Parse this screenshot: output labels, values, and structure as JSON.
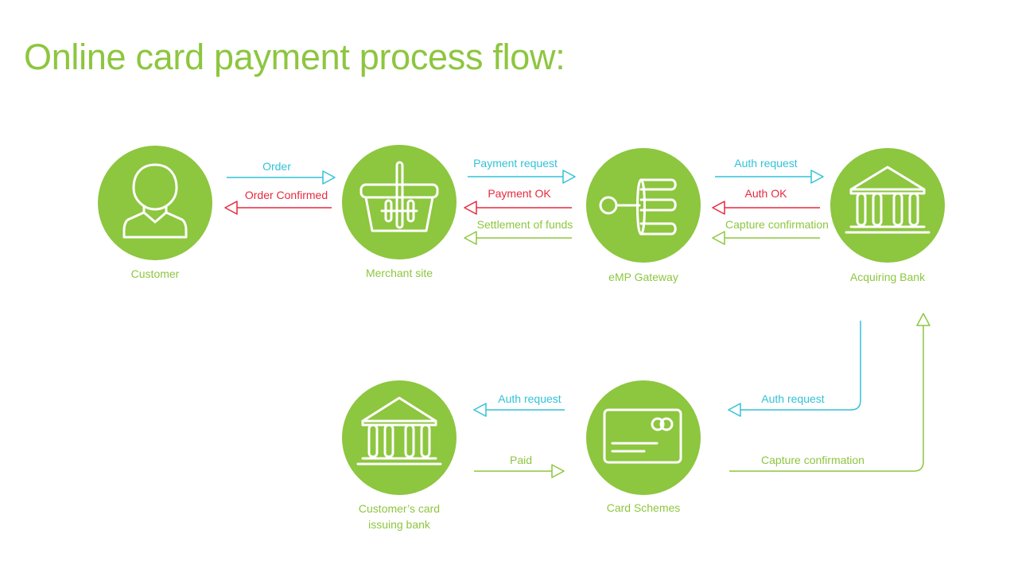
{
  "title": "Online card payment process flow:",
  "colors": {
    "circle": "#8dc63f",
    "request": "#32c2d8",
    "response": "#e8293f",
    "settlement": "#8dc63f",
    "text_green": "#8dc63f"
  },
  "nodes": {
    "customer": {
      "label": "Customer",
      "icon": "person-icon"
    },
    "merchant": {
      "label": "Merchant site",
      "icon": "shopping-basket-icon"
    },
    "gateway": {
      "label": "eMP Gateway",
      "icon": "gateway-icon"
    },
    "acquiring": {
      "label": "Acquiring Bank",
      "icon": "bank-icon"
    },
    "schemes": {
      "label": "Card Schemes",
      "icon": "credit-card-icon"
    },
    "issuing": {
      "label_line1": "Customer’s card",
      "label_line2": "issuing bank",
      "icon": "bank-icon"
    }
  },
  "flows": {
    "order": "Order",
    "order_confirmed": "Order Confirmed",
    "payment_request": "Payment request",
    "payment_ok": "Payment OK",
    "settlement": "Settlement of funds",
    "auth_request_acq": "Auth request",
    "auth_ok": "Auth OK",
    "capture_confirmation_top": "Capture confirmation",
    "auth_request_schemes": "Auth request",
    "auth_request_issuer": "Auth request",
    "paid": "Paid",
    "capture_confirmation_bottom": "Capture confirmation"
  }
}
